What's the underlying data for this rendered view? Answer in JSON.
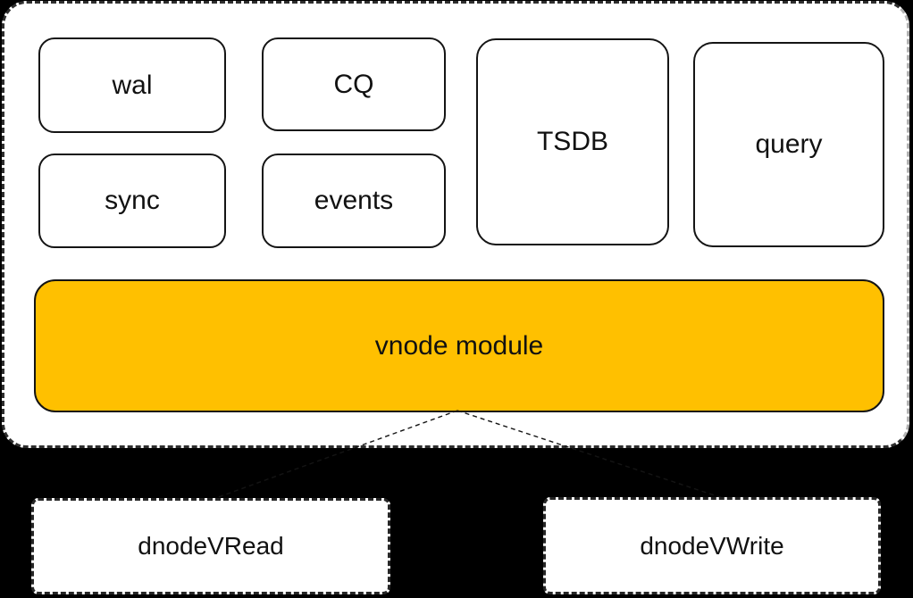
{
  "diagram": {
    "panel_modules": [
      {
        "id": "wal",
        "label": "wal"
      },
      {
        "id": "cq",
        "label": "CQ"
      },
      {
        "id": "sync",
        "label": "sync"
      },
      {
        "id": "events",
        "label": "events"
      },
      {
        "id": "tsdb",
        "label": "TSDB"
      },
      {
        "id": "query",
        "label": "query"
      }
    ],
    "vnode": {
      "label": "vnode module"
    },
    "dnodes": [
      {
        "id": "dnode-vread",
        "label": "dnodeVRead"
      },
      {
        "id": "dnode-vwrite",
        "label": "dnodeVWrite"
      }
    ],
    "connections": [
      {
        "from": "vnode module",
        "to": "dnodeVRead"
      },
      {
        "from": "vnode module",
        "to": "dnodeVWrite"
      }
    ]
  },
  "colors": {
    "background": "#000000",
    "panel_fill": "#ffffff",
    "box_stroke": "#141414",
    "vnode_fill": "#FFC000",
    "dashed_edge": "#2e2e2e"
  }
}
